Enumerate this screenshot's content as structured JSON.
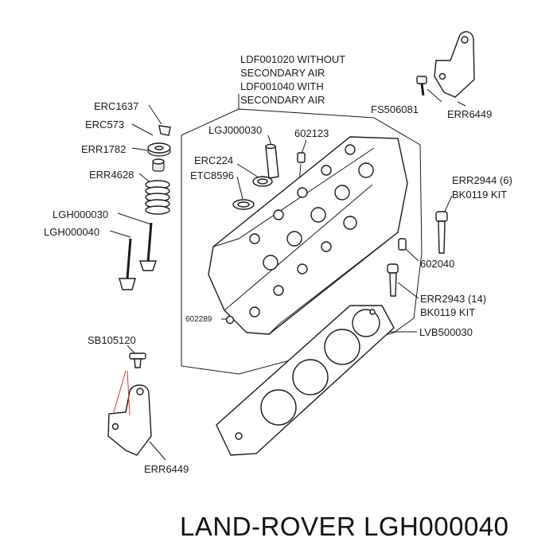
{
  "parts": {
    "secondary_air_note": "LDF001020 WITHOUT\nSECONDARY AIR\nLDF001040 WITH\nSECONDARY AIR",
    "erc1637": "ERC1637",
    "erc573": "ERC573",
    "err1782": "ERR1782",
    "err4628": "ERR4628",
    "lgh000030": "LGH000030",
    "lgh000040": "LGH000040",
    "lgj000030": "LGJ000030",
    "p602123": "602123",
    "erc224": "ERC224",
    "etc8596": "ETC8596",
    "fs506081": "FS506081",
    "err6449_top": "ERR6449",
    "err2944": "ERR2944 (6)",
    "bk0119_a": "BK0119 KIT",
    "p602040": "602040",
    "err2943": "ERR2943 (14)",
    "bk0119_b": "BK0119 KIT",
    "lvb500030": "LVB500030",
    "p602289": "602289",
    "sb105120": "SB105120",
    "err6449_bottom": "ERR6449"
  },
  "footer": {
    "brand": "LAND-ROVER LGH000040"
  }
}
